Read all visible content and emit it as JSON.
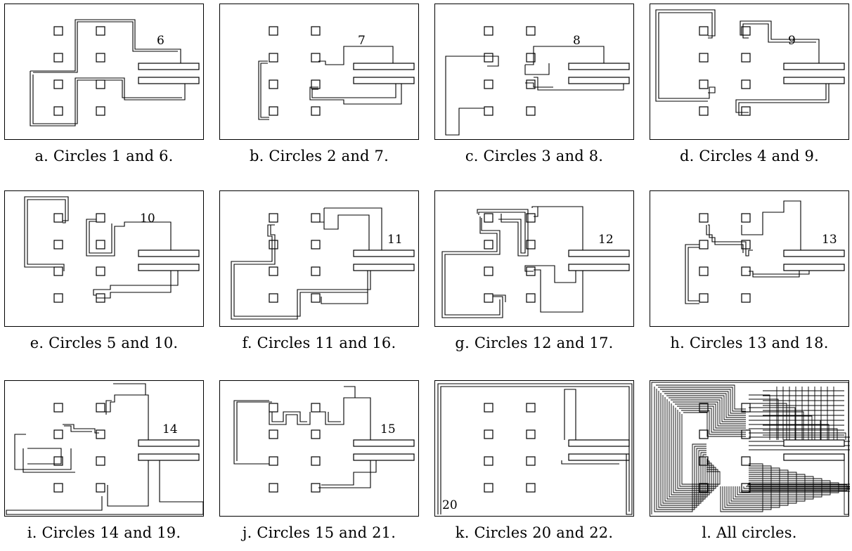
{
  "panels": [
    {
      "caption": "a. Circles 1 and 6.",
      "label": "6"
    },
    {
      "caption": "b. Circles 2 and 7.",
      "label": "7"
    },
    {
      "caption": "c. Circles 3 and 8.",
      "label": "8"
    },
    {
      "caption": "d. Circles 4 and 9.",
      "label": "9"
    },
    {
      "caption": "e. Circles 5 and 10.",
      "label": "10"
    },
    {
      "caption": "f. Circles 11 and 16.",
      "label": "11"
    },
    {
      "caption": "g. Circles 12 and 17.",
      "label": "12"
    },
    {
      "caption": "h. Circles 13 and 18.",
      "label": "13"
    },
    {
      "caption": "i. Circles 14 and 19.",
      "label": "14"
    },
    {
      "caption": "j. Circles 15 and 21.",
      "label": "15"
    },
    {
      "caption": "k. Circles 20 and 22.",
      "label": "20"
    },
    {
      "caption": "l. All circles.",
      "label": ""
    }
  ]
}
